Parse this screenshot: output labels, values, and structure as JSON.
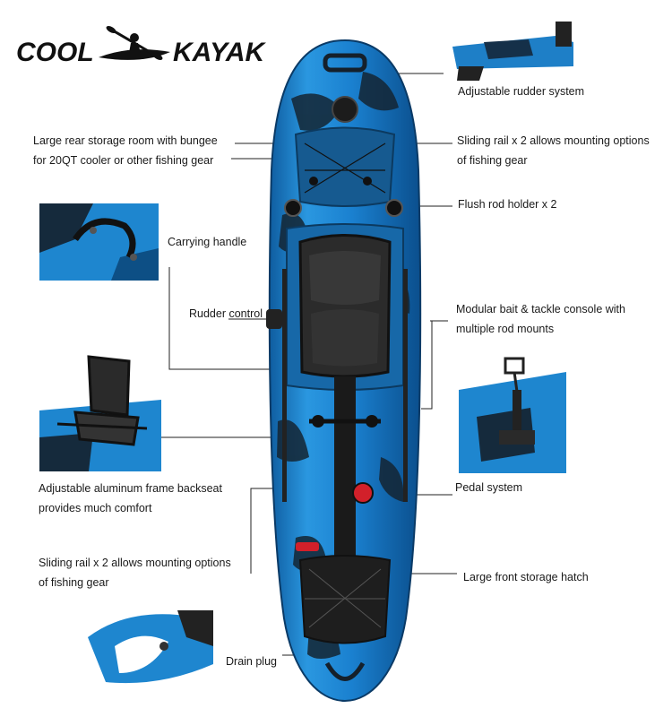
{
  "brand": {
    "logo_text_left": "COOL",
    "logo_text_right": "KAYAK"
  },
  "colors": {
    "hull_blue": "#1e8ad6",
    "hull_dark": "#142532",
    "seat": "#2b2b2b",
    "accent_red": "#d2202a",
    "leader_line": "#222222"
  },
  "labels": {
    "rudder_system": "Adjustable rudder system",
    "rear_storage_line1": "Large rear storage room with bungee",
    "rear_storage_line2": "for 20QT cooler or other  fishing gear",
    "sliding_rail_top_line1": "Sliding rail x 2 allows mounting options",
    "sliding_rail_top_line2": "of fishing gear",
    "flush_rod_holder": "Flush rod holder x 2",
    "carrying_handle": "Carrying handle",
    "rudder_control": "Rudder control",
    "console_line1": "Modular bait & tackle console with",
    "console_line2": "multiple rod mounts",
    "backseat_line1": "Adjustable  aluminum frame backseat",
    "backseat_line2": "provides much comfort",
    "pedal_system": "Pedal system",
    "sliding_rail_bottom_line1": "Sliding rail x 2 allows mounting options",
    "sliding_rail_bottom_line2": "of fishing gear",
    "front_hatch": "Large front storage hatch",
    "drain_plug": "Drain plug"
  },
  "icons": [
    "kayak-paddler-logo-icon",
    "kayak-top-view-illustration",
    "rudder-photo",
    "carrying-handle-photo",
    "backseat-photo",
    "console-photo",
    "drain-plug-photo"
  ]
}
